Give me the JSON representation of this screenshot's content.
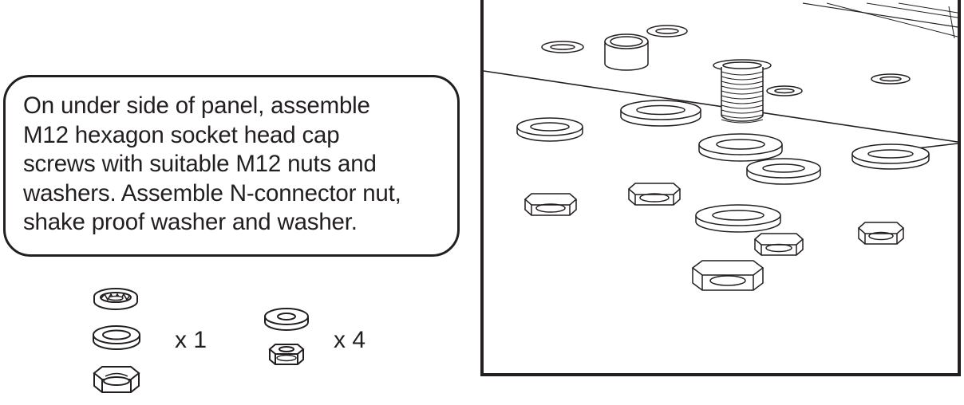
{
  "instruction": {
    "lines": [
      "On under side of panel, assemble",
      "M12 hexagon socket head cap",
      "screws with suitable M12 nuts and",
      "washers. Assemble N-connector nut,",
      "shake proof washer and washer."
    ]
  },
  "parts_kit": {
    "group_a_quantity": "x 1",
    "group_a_icons": [
      "shake-proof-washer-icon",
      "washer-icon",
      "n-connector-nut-icon"
    ],
    "group_b_quantity": "x 4",
    "group_b_icons": [
      "m12-washer-icon",
      "m12-nut-icon"
    ]
  },
  "colors": {
    "line": "#231f20",
    "background": "#ffffff"
  }
}
